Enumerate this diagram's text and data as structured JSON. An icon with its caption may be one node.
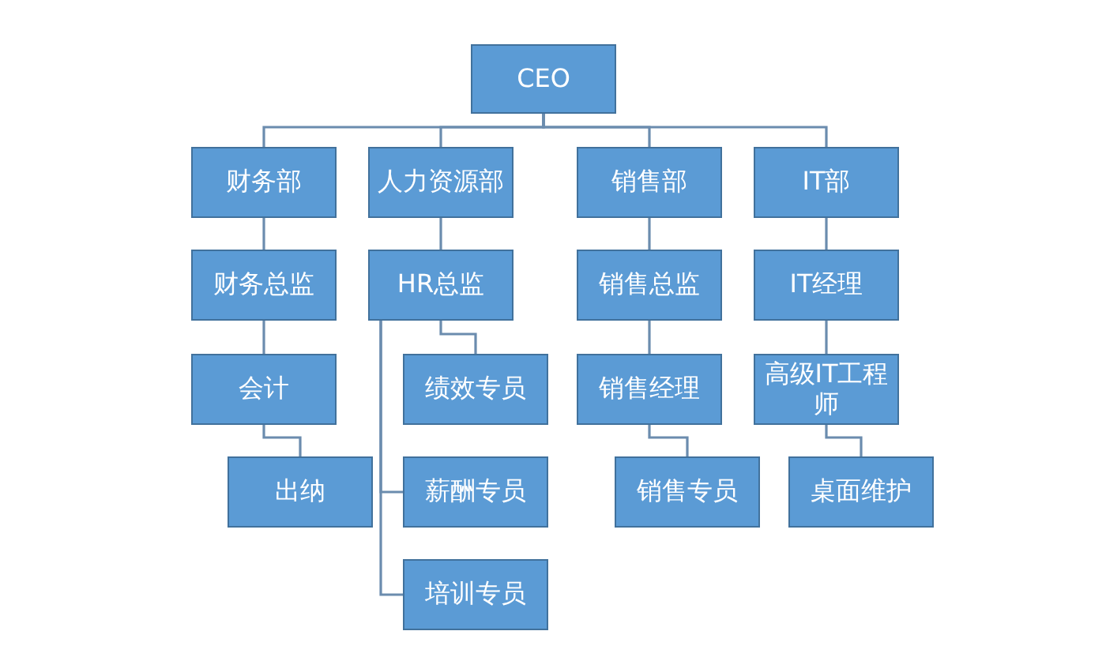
{
  "diagram": {
    "nodes": [
      {
        "text": [
          "CEO"
        ]
      },
      {
        "text": [
          "财务部"
        ]
      },
      {
        "text": [
          "人力资源部"
        ]
      },
      {
        "text": [
          "销售部"
        ]
      },
      {
        "text": [
          "IT部"
        ]
      },
      {
        "text": [
          "财务总监"
        ]
      },
      {
        "text": [
          "HR总监"
        ]
      },
      {
        "text": [
          "销售总监"
        ]
      },
      {
        "text": [
          "IT经理"
        ]
      },
      {
        "text": [
          "会计"
        ]
      },
      {
        "text": [
          "绩效专员"
        ]
      },
      {
        "text": [
          "销售经理"
        ]
      },
      {
        "text": [
          "高级IT工程师"
        ]
      },
      {
        "text": [
          "出纳"
        ]
      },
      {
        "text": [
          "薪酬专员"
        ]
      },
      {
        "text": [
          "销售专员"
        ]
      },
      {
        "text": [
          "桌面维护"
        ]
      },
      {
        "text": [
          "培训专员"
        ]
      }
    ],
    "edges": [
      {
        "from": 0,
        "to": 1,
        "arrow": "none"
      },
      {
        "from": 0,
        "to": 2,
        "arrow": "none"
      },
      {
        "from": 0,
        "to": 3,
        "arrow": "none"
      },
      {
        "from": 0,
        "to": 4,
        "arrow": "none"
      },
      {
        "from": 1,
        "to": 5,
        "arrow": "none"
      },
      {
        "from": 2,
        "to": 6,
        "arrow": "none"
      },
      {
        "from": 3,
        "to": 7,
        "arrow": "none"
      },
      {
        "from": 4,
        "to": 8,
        "arrow": "none"
      },
      {
        "from": 5,
        "to": 9,
        "arrow": "none"
      },
      {
        "from": 7,
        "to": 11,
        "arrow": "none"
      },
      {
        "from": 8,
        "to": 12,
        "arrow": "none"
      },
      {
        "from": 6,
        "to": 10,
        "arrow": "none"
      },
      {
        "from": 6,
        "to": 14,
        "arrow": "none"
      },
      {
        "from": 6,
        "to": 17,
        "arrow": "none"
      },
      {
        "from": 9,
        "to": 13,
        "arrow": "none"
      },
      {
        "from": 11,
        "to": 15,
        "arrow": "none"
      },
      {
        "from": 12,
        "to": 16,
        "arrow": "none"
      }
    ]
  }
}
